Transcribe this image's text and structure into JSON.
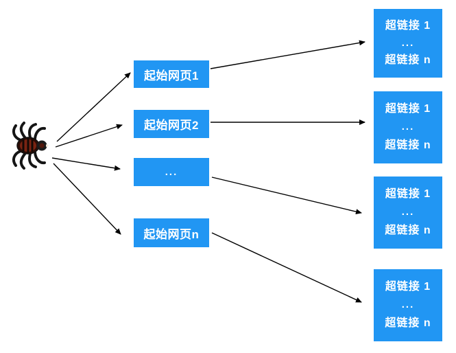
{
  "diagram": {
    "name": "web-crawler-start-pages-diagram",
    "colors": {
      "accent": "#2196F3",
      "node_text": "#FFFFFF",
      "arrow": "#000000",
      "background": "#FFFFFF"
    },
    "spider": {
      "icon": "spider-icon"
    },
    "start_pages": [
      {
        "label": "起始网页1"
      },
      {
        "label": "起始网页2"
      },
      {
        "label": "..."
      },
      {
        "label": "起始网页n"
      }
    ],
    "hyperlink_groups": [
      {
        "lines": [
          "超链接 1",
          "...",
          "超链接  n"
        ]
      },
      {
        "lines": [
          "超链接 1",
          "...",
          "超链接  n"
        ]
      },
      {
        "lines": [
          "超链接 1",
          "...",
          "超链接  n"
        ]
      },
      {
        "lines": [
          "超链接 1",
          "...",
          "超链接  n"
        ]
      }
    ]
  }
}
